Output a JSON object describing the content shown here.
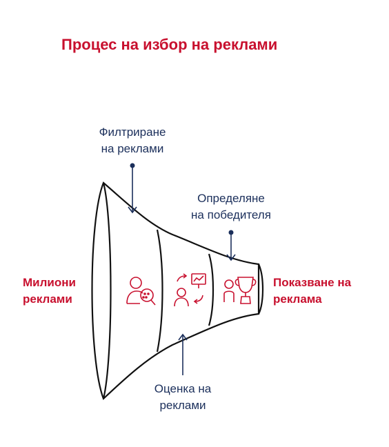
{
  "title": "Процес на избор на реклами",
  "labels": {
    "filtering": {
      "line1": "Филтриране",
      "line2": "на реклами"
    },
    "determining": {
      "line1": "Определяне",
      "line2": "на победителя"
    },
    "evaluation": {
      "line1": "Оценка на",
      "line2": "реклами"
    },
    "millions": {
      "line1": "Милиони",
      "line2": "реклами"
    },
    "showing": {
      "line1": "Показване на",
      "line2": "реклама"
    }
  },
  "colors": {
    "accent": "#c8102e",
    "navy": "#1b2f5b",
    "outline": "#111111"
  },
  "icons": [
    "person-magnifier-icon",
    "person-chart-exchange-icon",
    "person-trophy-icon"
  ]
}
